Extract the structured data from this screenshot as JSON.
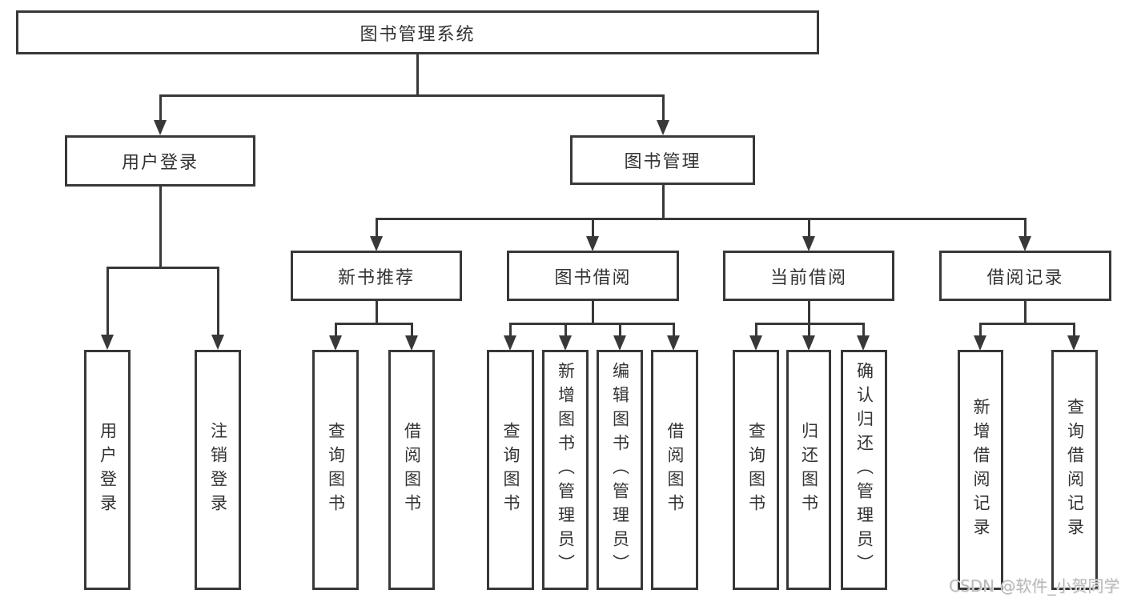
{
  "diagram_title": "图书管理系统",
  "colors": {
    "line": "#383838",
    "text": "#333333",
    "background": "#ffffff",
    "watermark": "#b9b9b9"
  },
  "tree": {
    "root": {
      "label": "图书管理系统"
    },
    "branches": [
      {
        "label": "用户登录",
        "children": [
          {
            "label": "用户登录"
          },
          {
            "label": "注销登录"
          }
        ]
      },
      {
        "label": "图书管理",
        "children": [
          {
            "label": "新书推荐",
            "children": [
              {
                "label": "查询图书"
              },
              {
                "label": "借阅图书"
              }
            ]
          },
          {
            "label": "图书借阅",
            "children": [
              {
                "label": "查询图书"
              },
              {
                "label": "新增图书（管理员）"
              },
              {
                "label": "编辑图书（管理员）"
              },
              {
                "label": "借阅图书"
              }
            ]
          },
          {
            "label": "当前借阅",
            "children": [
              {
                "label": "查询图书"
              },
              {
                "label": "归还图书"
              },
              {
                "label": "确认归还（管理员）"
              }
            ]
          },
          {
            "label": "借阅记录",
            "children": [
              {
                "label": "新增借阅记录"
              },
              {
                "label": "查询借阅记录"
              }
            ]
          }
        ]
      }
    ]
  },
  "watermark": "CSDN @软件_小贺同学"
}
